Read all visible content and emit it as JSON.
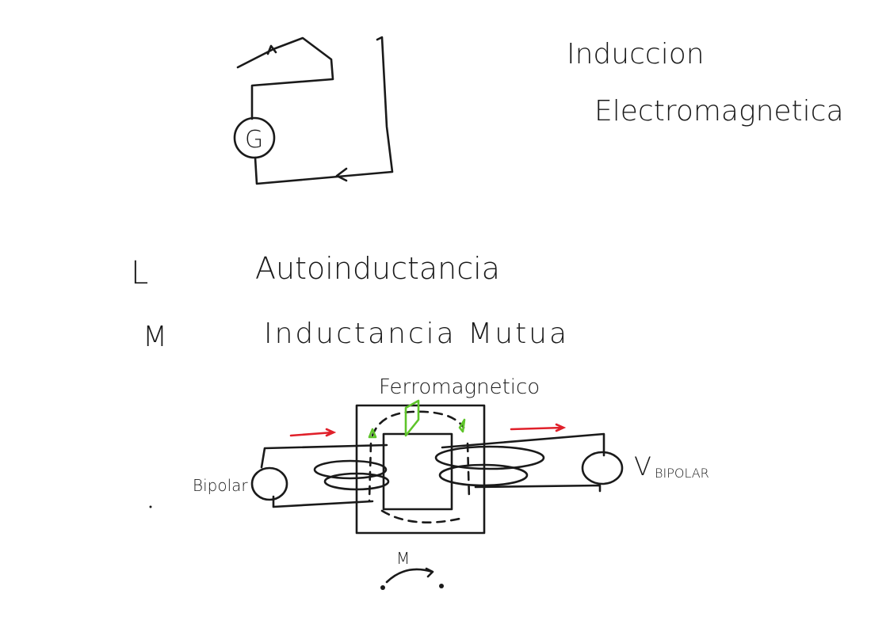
{
  "title": {
    "line1": "Induccion",
    "line2": "Electromagnetica"
  },
  "galvanometer_label": "G",
  "definitions": [
    {
      "symbol": "L",
      "term": "Autoinductancia"
    },
    {
      "symbol": "M",
      "term": "Inductancia Mutua"
    }
  ],
  "transformer": {
    "core_label": "Ferromagnetico",
    "left_source_label": "Bipolar",
    "right_source_label_main": "V",
    "right_source_label_sub": "BIPOLAR",
    "mutual_label": "M"
  },
  "colors": {
    "ink": "#1a1a1a",
    "core_flux": "#5ec42a",
    "current_arrow": "#e0202a"
  }
}
